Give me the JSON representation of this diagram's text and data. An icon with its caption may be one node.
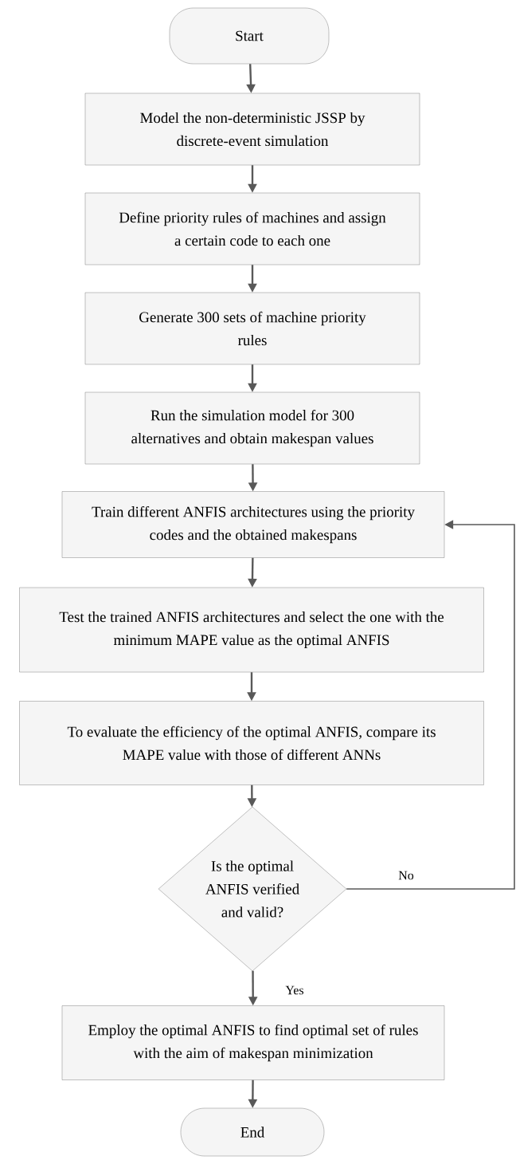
{
  "diagram": {
    "nodes": [
      {
        "text": [
          "Start"
        ]
      },
      {
        "text": [
          "Model the non-deterministic JSSP by discrete-event simulation"
        ]
      },
      {
        "text": [
          "Define priority rules of machines and assign a certain code to each one"
        ]
      },
      {
        "text": [
          "Generate 300 sets of machine priority rules"
        ]
      },
      {
        "text": [
          "Run the simulation model for 300 alternatives and obtain makespan values"
        ]
      },
      {
        "text": [
          "Train different ANFIS architectures using the priority codes and the obtained makespans"
        ]
      },
      {
        "text": [
          "Test the trained ANFIS architectures and select the one with the minimum MAPE value as the optimal ANFIS"
        ]
      },
      {
        "text": [
          "To evaluate the  efficiency of the optimal ANFIS, compare its MAPE value with those of different ANNs"
        ]
      },
      {
        "text": [
          "Is the optimal ANFIS verified and valid?"
        ]
      },
      {
        "text": [
          "Employ the optimal ANFIS to find optimal set of rules with the aim of makespan minimization"
        ]
      },
      {
        "text": [
          "End"
        ]
      }
    ],
    "edges": [
      {
        "from": 0,
        "to": 1,
        "arrow": "to"
      },
      {
        "from": 1,
        "to": 2,
        "arrow": "to"
      },
      {
        "from": 2,
        "to": 3,
        "arrow": "to"
      },
      {
        "from": 3,
        "to": 4,
        "arrow": "to"
      },
      {
        "from": 4,
        "to": 5,
        "arrow": "to"
      },
      {
        "from": 5,
        "to": 6,
        "arrow": "to"
      },
      {
        "from": 6,
        "to": 7,
        "arrow": "to"
      },
      {
        "from": 7,
        "to": 8,
        "arrow": "to"
      },
      {
        "from": 8,
        "to": 9,
        "arrow": "to",
        "label": "Yes"
      },
      {
        "from": 8,
        "to": 5,
        "arrow": "to",
        "label": "No"
      },
      {
        "from": 9,
        "to": 10,
        "arrow": "to"
      }
    ]
  }
}
